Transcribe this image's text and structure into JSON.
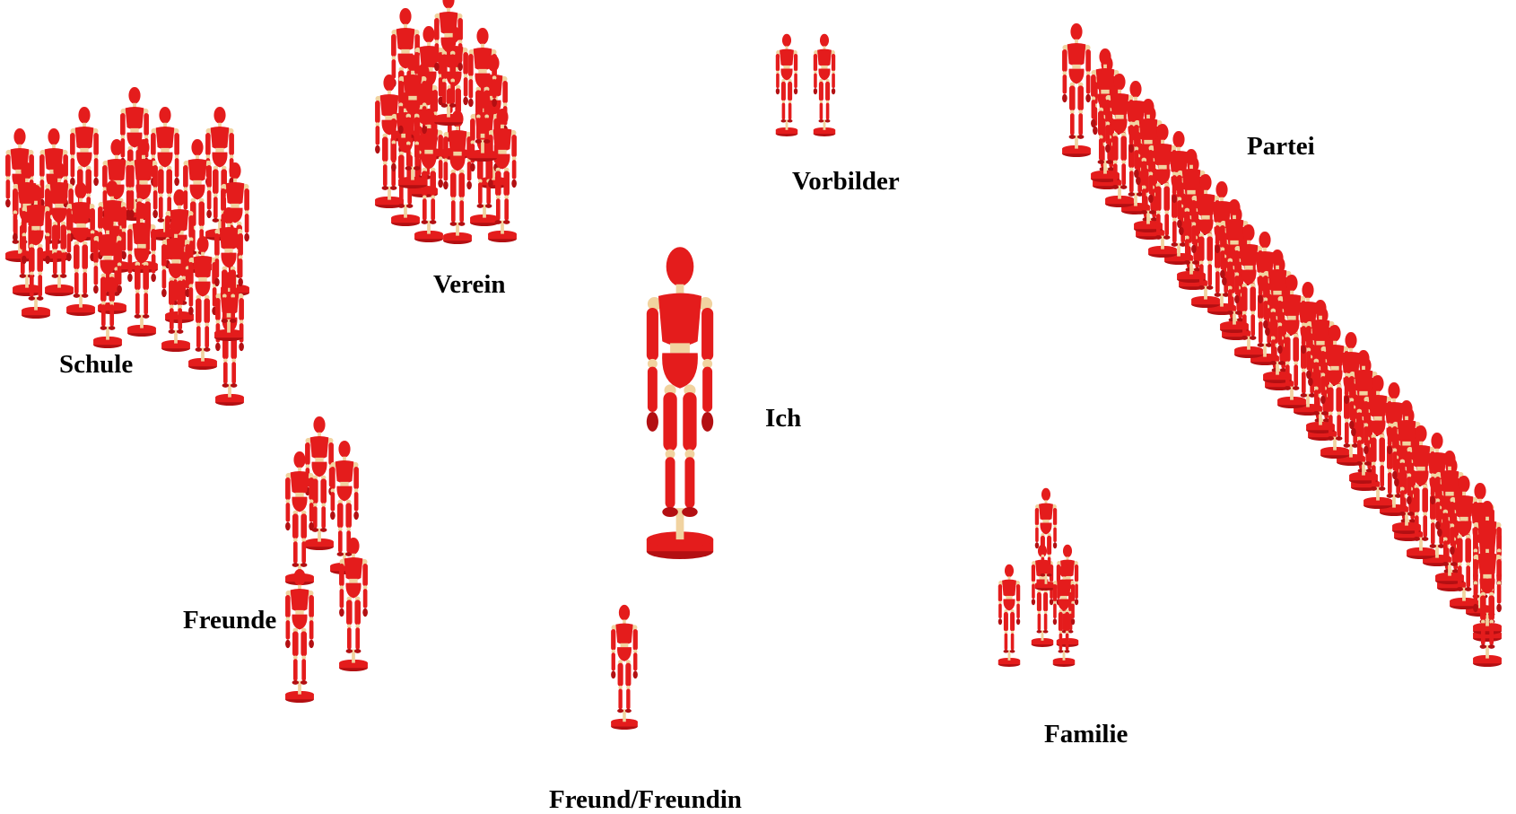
{
  "colors": {
    "figure_body": "#e41c1c",
    "figure_shadow": "#b30f12",
    "figure_joint": "#f1d3a0",
    "label_text": "#000000"
  },
  "icon": "wooden-mannequin-icon",
  "groups": [
    {
      "key": "ich",
      "label": "Ich",
      "count": 1
    },
    {
      "key": "vorbilder",
      "label": "Vorbilder",
      "count": 2
    },
    {
      "key": "verein",
      "label": "Verein",
      "count": 14
    },
    {
      "key": "schule",
      "label": "Schule",
      "count": 22
    },
    {
      "key": "partei",
      "label": "Partei",
      "count": 40
    },
    {
      "key": "freunde",
      "label": "Freunde",
      "count": 5
    },
    {
      "key": "freund_freundin",
      "label": "Freund/Freundin",
      "count": 1
    },
    {
      "key": "familie",
      "label": "Familie",
      "count": 5
    }
  ]
}
